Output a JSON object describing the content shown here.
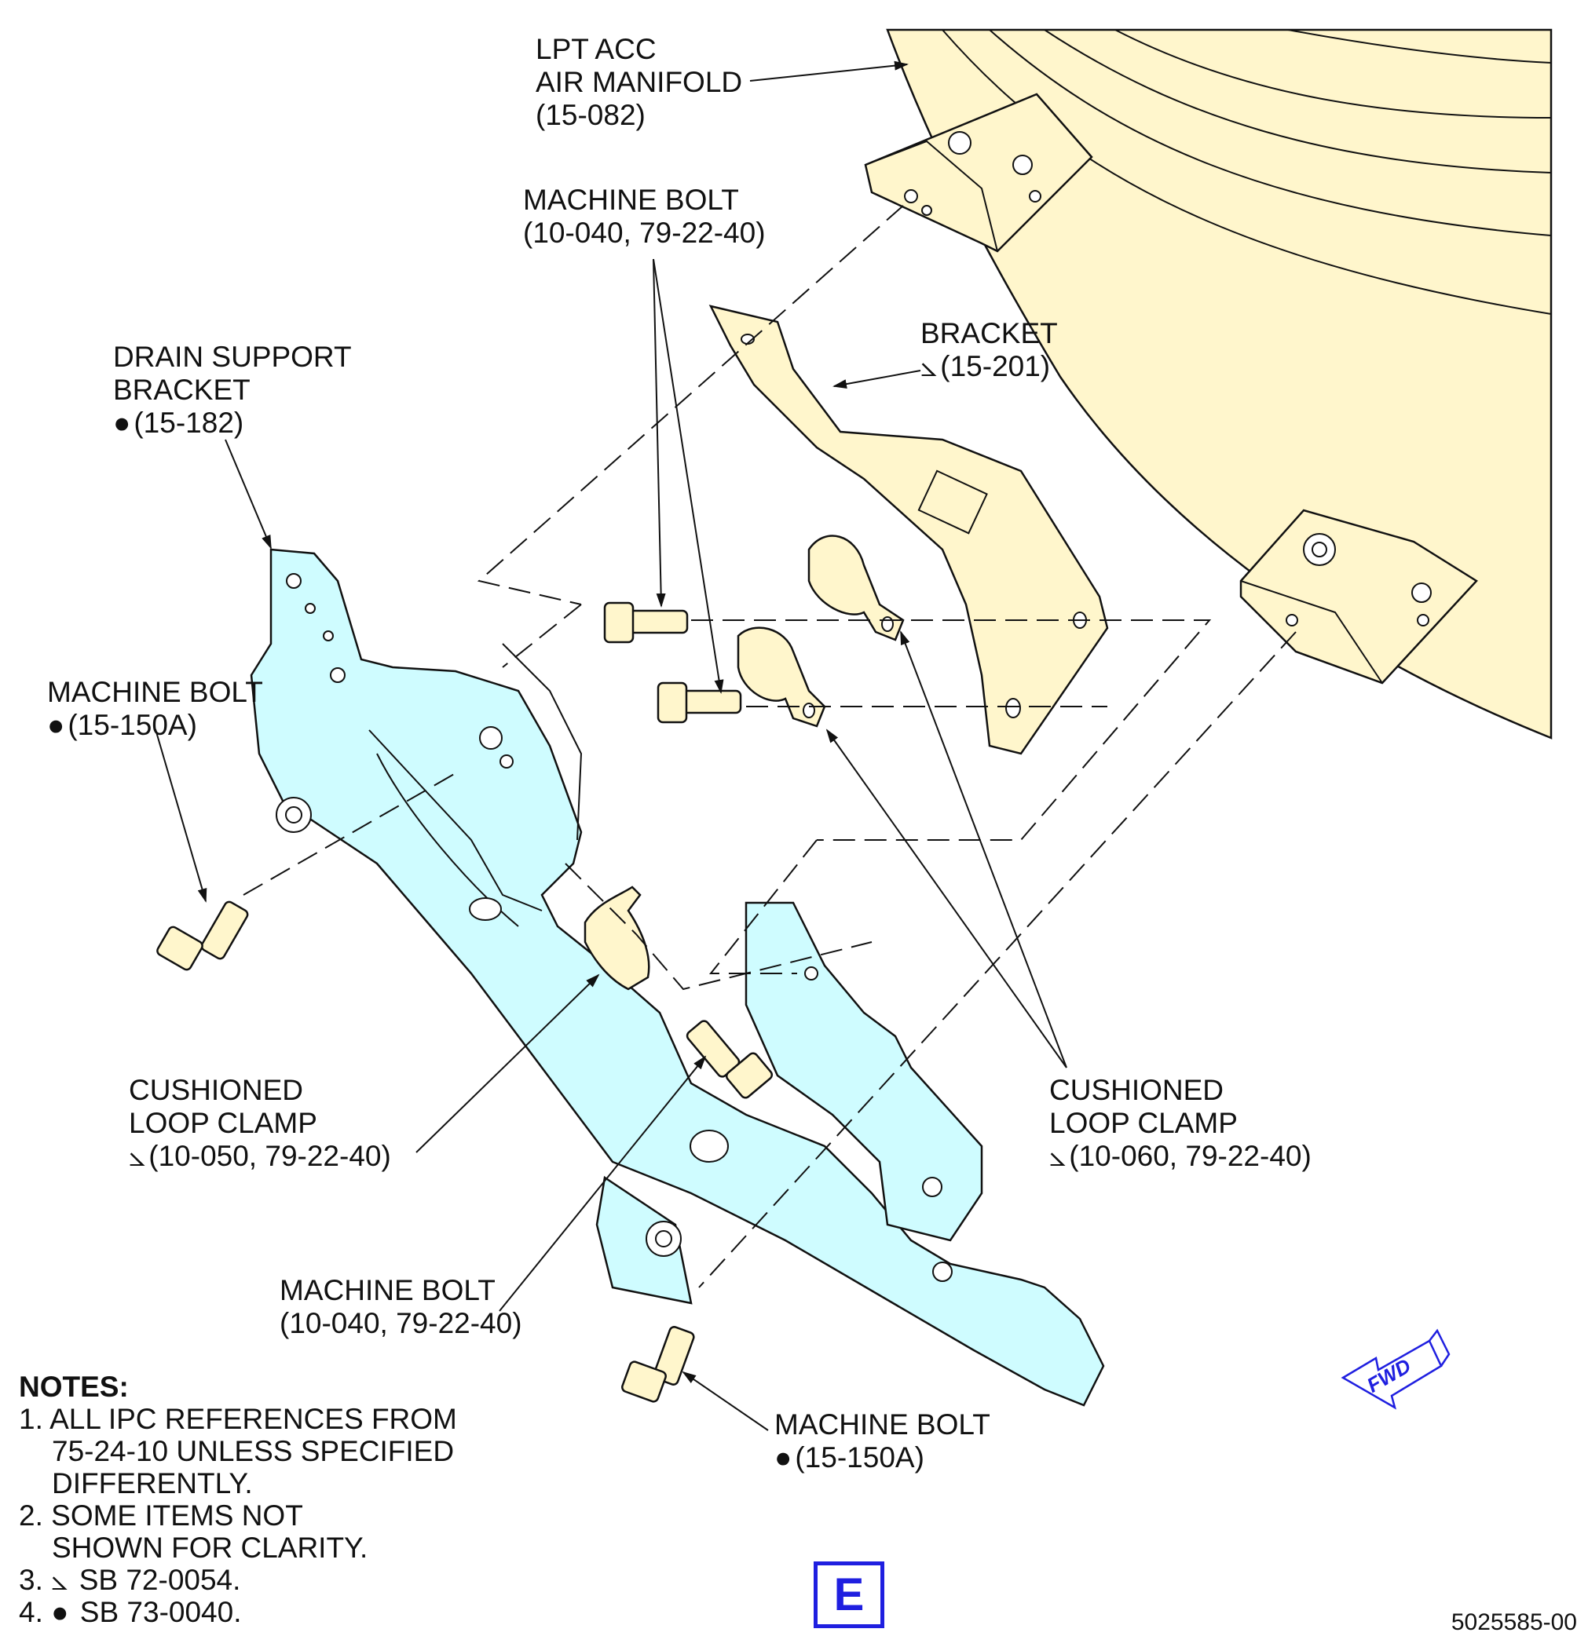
{
  "callouts": {
    "lpt_manifold": {
      "lines": [
        "LPT ACC",
        "AIR MANIFOLD",
        "(15-082)"
      ]
    },
    "machine_bolt_top": {
      "lines": [
        "MACHINE BOLT",
        "(10-040, 79-22-40)"
      ]
    },
    "bracket": {
      "line1": "BRACKET",
      "symbol": "⦣",
      "ref": "(15-201)"
    },
    "drain_support": {
      "line1": "DRAIN SUPPORT",
      "line2": "BRACKET",
      "symbol": "●",
      "ref": "(15-182)"
    },
    "machine_bolt_left": {
      "line1": "MACHINE BOLT",
      "symbol": "●",
      "ref": "(15-150A)"
    },
    "clamp_left": {
      "line1": "CUSHIONED",
      "line2": "LOOP CLAMP",
      "symbol": "⦣",
      "ref": "(10-050, 79-22-40)"
    },
    "clamp_right": {
      "line1": "CUSHIONED",
      "line2": "LOOP CLAMP",
      "symbol": "⦣",
      "ref": "(10-060, 79-22-40)"
    },
    "machine_bolt_bottom": {
      "lines": [
        "MACHINE BOLT",
        "(10-040, 79-22-40)"
      ]
    },
    "machine_bolt_br": {
      "line1": "MACHINE BOLT",
      "symbol": "●",
      "ref": "(15-150A)"
    }
  },
  "notes": {
    "heading": "NOTES:",
    "n1": [
      "1. ALL IPC REFERENCES FROM",
      "75-24-10 UNLESS SPECIFIED",
      "DIFFERENTLY."
    ],
    "n2": [
      "2. SOME ITEMS NOT",
      "SHOWN FOR CLARITY."
    ],
    "n3": {
      "prefix": "3.",
      "symbol": "⦣",
      "text": "SB 72-0054."
    },
    "n4": {
      "prefix": "4.",
      "symbol": "●",
      "text": "SB 73-0040."
    }
  },
  "view_label": "E",
  "fwd_label": "FWD",
  "figure_number": "5025585-00",
  "colors": {
    "manifold_fill": "#fff6cc",
    "bracket_fill": "#cffcff",
    "hardware_fill": "#fff6cc",
    "line": "#111111",
    "accent_blue": "#1f1fe0"
  }
}
